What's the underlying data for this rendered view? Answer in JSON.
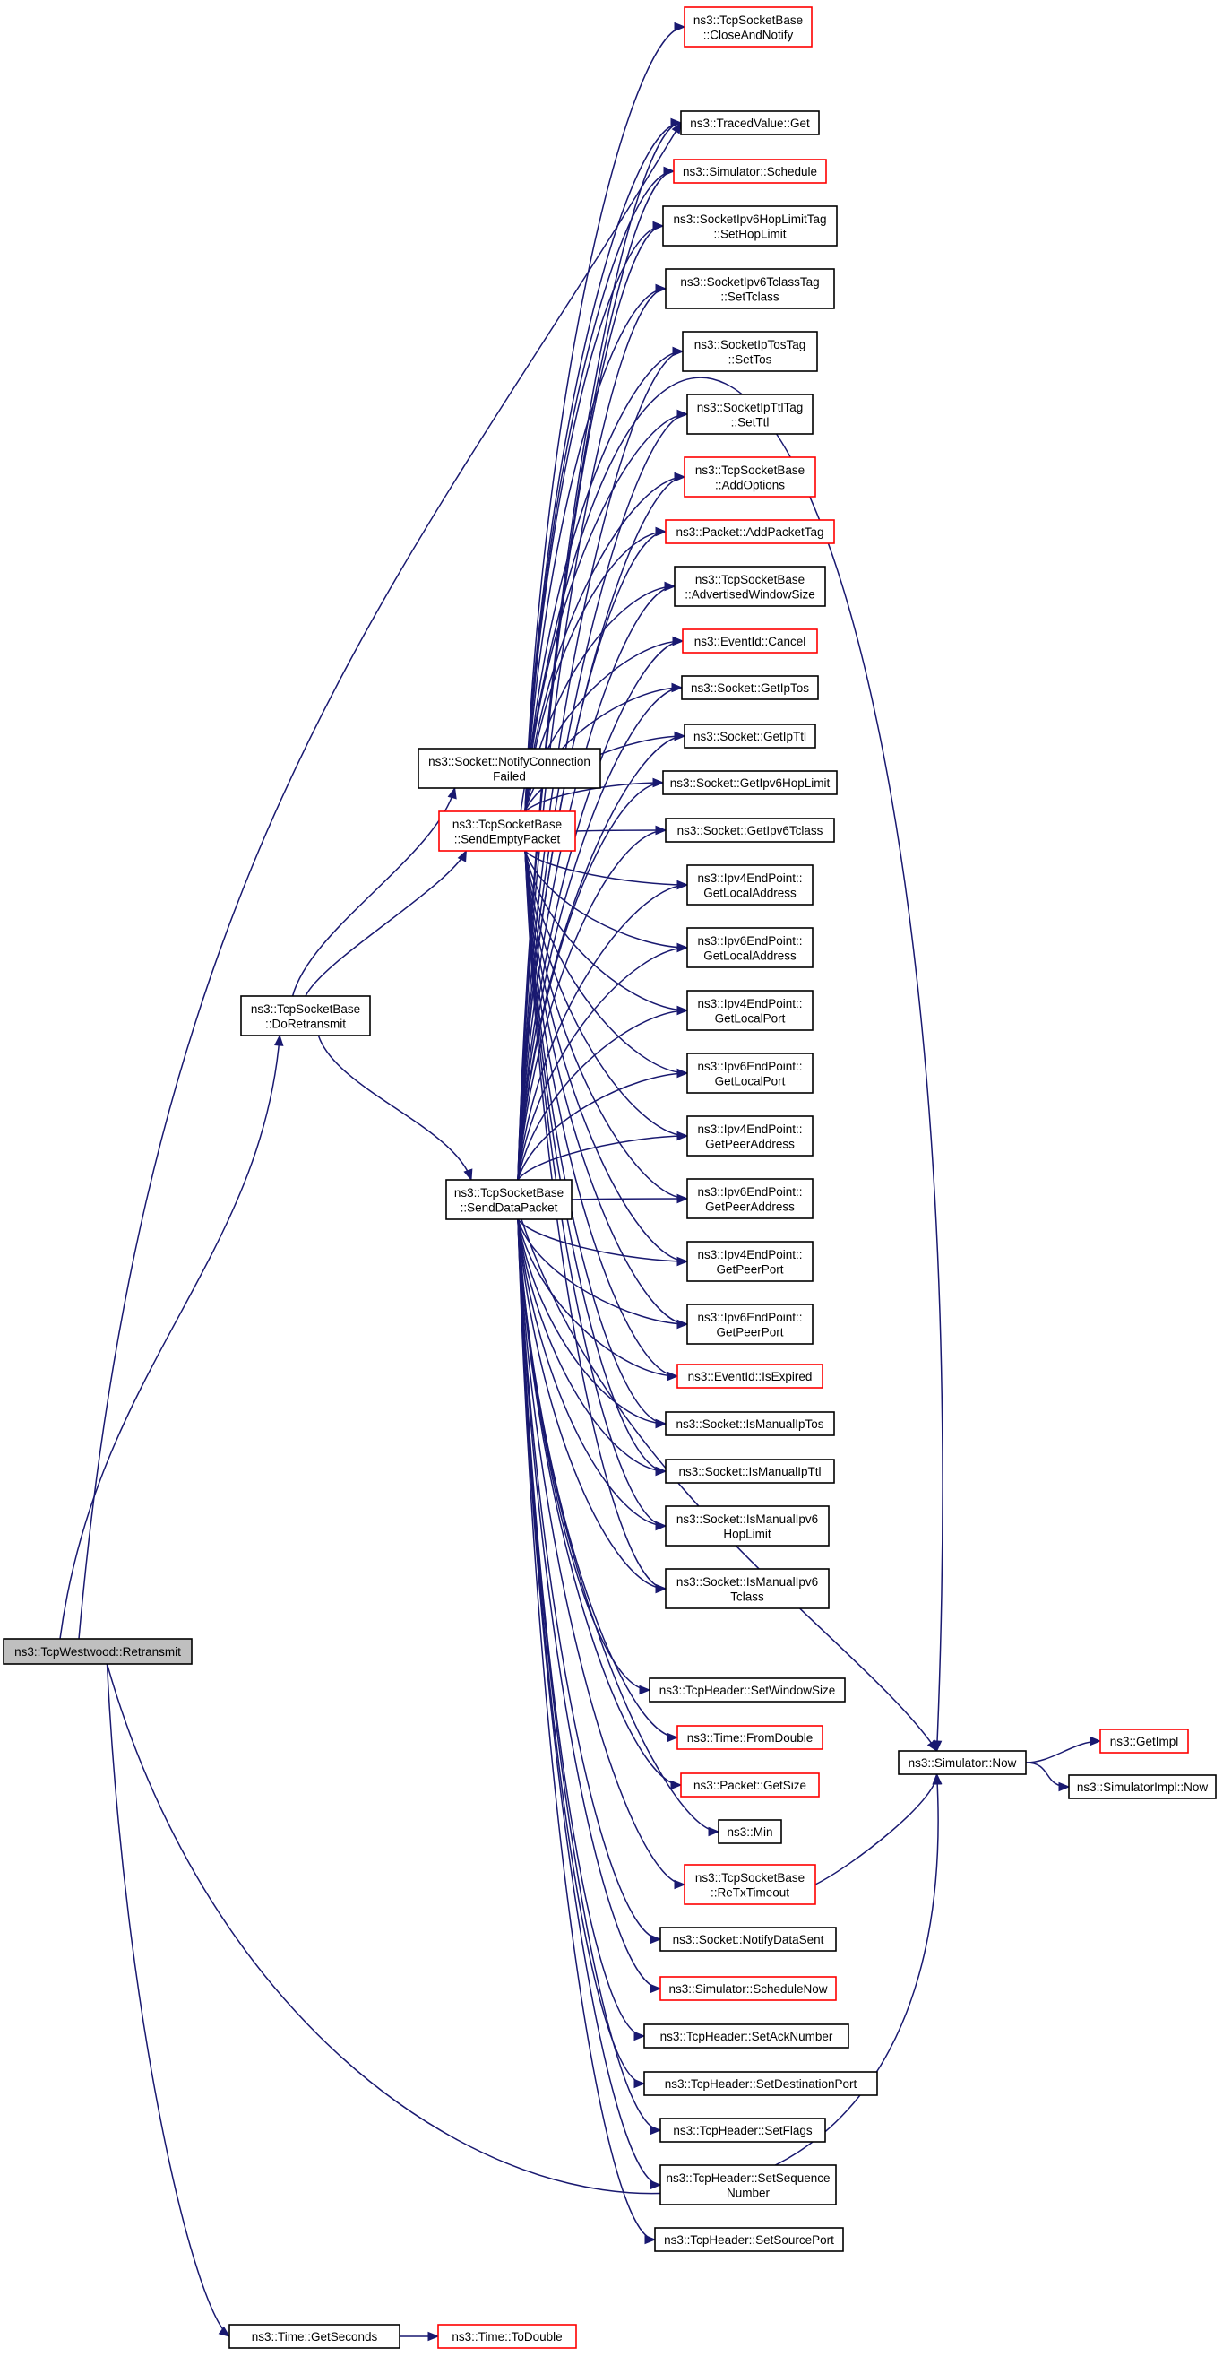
{
  "title": "",
  "colors": {
    "edge": "#191970",
    "highlight_border": "#ff0000",
    "normal_border": "#000000",
    "root_fill": "#bfbfbf"
  },
  "nodes": [
    {
      "id": "root",
      "lines": [
        "ns3::TcpWestwood::Retransmit"
      ],
      "style": "root"
    },
    {
      "id": "doRetransmit",
      "lines": [
        "ns3::TcpSocketBase",
        "::DoRetransmit"
      ],
      "style": "normal"
    },
    {
      "id": "getSeconds",
      "lines": [
        "ns3::Time::GetSeconds"
      ],
      "style": "normal"
    },
    {
      "id": "toDouble",
      "lines": [
        "ns3::Time::ToDouble"
      ],
      "style": "red"
    },
    {
      "id": "notifyConnFailed",
      "lines": [
        "ns3::Socket::NotifyConnection",
        "Failed"
      ],
      "style": "normal"
    },
    {
      "id": "sendEmpty",
      "lines": [
        "ns3::TcpSocketBase",
        "::SendEmptyPacket"
      ],
      "style": "red"
    },
    {
      "id": "sendData",
      "lines": [
        "ns3::TcpSocketBase",
        "::SendDataPacket"
      ],
      "style": "normal"
    },
    {
      "id": "closeNotify",
      "lines": [
        "ns3::TcpSocketBase",
        "::CloseAndNotify"
      ],
      "style": "red"
    },
    {
      "id": "tracedGet",
      "lines": [
        "ns3::TracedValue::Get"
      ],
      "style": "normal"
    },
    {
      "id": "schedule",
      "lines": [
        "ns3::Simulator::Schedule"
      ],
      "style": "red"
    },
    {
      "id": "hopLimitTag",
      "lines": [
        "ns3::SocketIpv6HopLimitTag",
        "::SetHopLimit"
      ],
      "style": "normal"
    },
    {
      "id": "tclassTag",
      "lines": [
        "ns3::SocketIpv6TclassTag",
        "::SetTclass"
      ],
      "style": "normal"
    },
    {
      "id": "tosTag",
      "lines": [
        "ns3::SocketIpTosTag",
        "::SetTos"
      ],
      "style": "normal"
    },
    {
      "id": "ttlTag",
      "lines": [
        "ns3::SocketIpTtlTag",
        "::SetTtl"
      ],
      "style": "normal"
    },
    {
      "id": "addOptions",
      "lines": [
        "ns3::TcpSocketBase",
        "::AddOptions"
      ],
      "style": "red"
    },
    {
      "id": "addPacketTag",
      "lines": [
        "ns3::Packet::AddPacketTag"
      ],
      "style": "red"
    },
    {
      "id": "advWin",
      "lines": [
        "ns3::TcpSocketBase",
        "::AdvertisedWindowSize"
      ],
      "style": "normal"
    },
    {
      "id": "cancel",
      "lines": [
        "ns3::EventId::Cancel"
      ],
      "style": "red"
    },
    {
      "id": "getIpTos",
      "lines": [
        "ns3::Socket::GetIpTos"
      ],
      "style": "normal"
    },
    {
      "id": "getIpTtl",
      "lines": [
        "ns3::Socket::GetIpTtl"
      ],
      "style": "normal"
    },
    {
      "id": "getIpv6Hop",
      "lines": [
        "ns3::Socket::GetIpv6HopLimit"
      ],
      "style": "normal"
    },
    {
      "id": "getIpv6Tclass",
      "lines": [
        "ns3::Socket::GetIpv6Tclass"
      ],
      "style": "normal"
    },
    {
      "id": "v4LocalAddr",
      "lines": [
        "ns3::Ipv4EndPoint::",
        "GetLocalAddress"
      ],
      "style": "normal"
    },
    {
      "id": "v6LocalAddr",
      "lines": [
        "ns3::Ipv6EndPoint::",
        "GetLocalAddress"
      ],
      "style": "normal"
    },
    {
      "id": "v4LocalPort",
      "lines": [
        "ns3::Ipv4EndPoint::",
        "GetLocalPort"
      ],
      "style": "normal"
    },
    {
      "id": "v6LocalPort",
      "lines": [
        "ns3::Ipv6EndPoint::",
        "GetLocalPort"
      ],
      "style": "normal"
    },
    {
      "id": "v4PeerAddr",
      "lines": [
        "ns3::Ipv4EndPoint::",
        "GetPeerAddress"
      ],
      "style": "normal"
    },
    {
      "id": "v6PeerAddr",
      "lines": [
        "ns3::Ipv6EndPoint::",
        "GetPeerAddress"
      ],
      "style": "normal"
    },
    {
      "id": "v4PeerPort",
      "lines": [
        "ns3::Ipv4EndPoint::",
        "GetPeerPort"
      ],
      "style": "normal"
    },
    {
      "id": "v6PeerPort",
      "lines": [
        "ns3::Ipv6EndPoint::",
        "GetPeerPort"
      ],
      "style": "normal"
    },
    {
      "id": "isExpired",
      "lines": [
        "ns3::EventId::IsExpired"
      ],
      "style": "red"
    },
    {
      "id": "isManualTos",
      "lines": [
        "ns3::Socket::IsManualIpTos"
      ],
      "style": "normal"
    },
    {
      "id": "isManualTtl",
      "lines": [
        "ns3::Socket::IsManualIpTtl"
      ],
      "style": "normal"
    },
    {
      "id": "isManualHop",
      "lines": [
        "ns3::Socket::IsManualIpv6",
        "HopLimit"
      ],
      "style": "normal"
    },
    {
      "id": "isManualTclass",
      "lines": [
        "ns3::Socket::IsManualIpv6",
        "Tclass"
      ],
      "style": "normal"
    },
    {
      "id": "setWindowSize",
      "lines": [
        "ns3::TcpHeader::SetWindowSize"
      ],
      "style": "normal"
    },
    {
      "id": "fromDouble",
      "lines": [
        "ns3::Time::FromDouble"
      ],
      "style": "red"
    },
    {
      "id": "getSize",
      "lines": [
        "ns3::Packet::GetSize"
      ],
      "style": "red"
    },
    {
      "id": "min",
      "lines": [
        "ns3::Min"
      ],
      "style": "normal"
    },
    {
      "id": "reTxTimeout",
      "lines": [
        "ns3::TcpSocketBase",
        "::ReTxTimeout"
      ],
      "style": "red"
    },
    {
      "id": "notifyDataSent",
      "lines": [
        "ns3::Socket::NotifyDataSent"
      ],
      "style": "normal"
    },
    {
      "id": "scheduleNow",
      "lines": [
        "ns3::Simulator::ScheduleNow"
      ],
      "style": "red"
    },
    {
      "id": "setAck",
      "lines": [
        "ns3::TcpHeader::SetAckNumber"
      ],
      "style": "normal"
    },
    {
      "id": "setDstPort",
      "lines": [
        "ns3::TcpHeader::SetDestinationPort"
      ],
      "style": "normal"
    },
    {
      "id": "setFlags",
      "lines": [
        "ns3::TcpHeader::SetFlags"
      ],
      "style": "normal"
    },
    {
      "id": "setSeq",
      "lines": [
        "ns3::TcpHeader::SetSequence",
        "Number"
      ],
      "style": "normal"
    },
    {
      "id": "setSrcPort",
      "lines": [
        "ns3::TcpHeader::SetSourcePort"
      ],
      "style": "normal"
    },
    {
      "id": "now",
      "lines": [
        "ns3::Simulator::Now"
      ],
      "style": "normal"
    },
    {
      "id": "getImpl",
      "lines": [
        "ns3::GetImpl"
      ],
      "style": "red"
    },
    {
      "id": "implNow",
      "lines": [
        "ns3::SimulatorImpl::Now"
      ],
      "style": "normal"
    }
  ],
  "edges": [
    [
      "root",
      "doRetransmit"
    ],
    [
      "root",
      "tracedGet"
    ],
    [
      "root",
      "now"
    ],
    [
      "root",
      "getSeconds"
    ],
    [
      "getSeconds",
      "toDouble"
    ],
    [
      "doRetransmit",
      "notifyConnFailed"
    ],
    [
      "doRetransmit",
      "sendEmpty"
    ],
    [
      "doRetransmit",
      "sendData"
    ],
    [
      "sendEmpty",
      "closeNotify"
    ],
    [
      "sendEmpty",
      "tracedGet"
    ],
    [
      "sendEmpty",
      "schedule"
    ],
    [
      "sendEmpty",
      "hopLimitTag"
    ],
    [
      "sendEmpty",
      "tclassTag"
    ],
    [
      "sendEmpty",
      "tosTag"
    ],
    [
      "sendEmpty",
      "ttlTag"
    ],
    [
      "sendEmpty",
      "addOptions"
    ],
    [
      "sendEmpty",
      "addPacketTag"
    ],
    [
      "sendEmpty",
      "advWin"
    ],
    [
      "sendEmpty",
      "cancel"
    ],
    [
      "sendEmpty",
      "getIpTos"
    ],
    [
      "sendEmpty",
      "getIpTtl"
    ],
    [
      "sendEmpty",
      "getIpv6Hop"
    ],
    [
      "sendEmpty",
      "getIpv6Tclass"
    ],
    [
      "sendEmpty",
      "v4LocalAddr"
    ],
    [
      "sendEmpty",
      "v6LocalAddr"
    ],
    [
      "sendEmpty",
      "v4LocalPort"
    ],
    [
      "sendEmpty",
      "v6LocalPort"
    ],
    [
      "sendEmpty",
      "v4PeerAddr"
    ],
    [
      "sendEmpty",
      "v6PeerAddr"
    ],
    [
      "sendEmpty",
      "v4PeerPort"
    ],
    [
      "sendEmpty",
      "v6PeerPort"
    ],
    [
      "sendEmpty",
      "isExpired"
    ],
    [
      "sendEmpty",
      "isManualTos"
    ],
    [
      "sendEmpty",
      "isManualTtl"
    ],
    [
      "sendEmpty",
      "isManualHop"
    ],
    [
      "sendEmpty",
      "isManualTclass"
    ],
    [
      "sendEmpty",
      "now"
    ],
    [
      "sendData",
      "tracedGet"
    ],
    [
      "sendData",
      "schedule"
    ],
    [
      "sendData",
      "hopLimitTag"
    ],
    [
      "sendData",
      "tclassTag"
    ],
    [
      "sendData",
      "tosTag"
    ],
    [
      "sendData",
      "ttlTag"
    ],
    [
      "sendData",
      "addOptions"
    ],
    [
      "sendData",
      "addPacketTag"
    ],
    [
      "sendData",
      "advWin"
    ],
    [
      "sendData",
      "cancel"
    ],
    [
      "sendData",
      "getIpTos"
    ],
    [
      "sendData",
      "getIpTtl"
    ],
    [
      "sendData",
      "getIpv6Hop"
    ],
    [
      "sendData",
      "getIpv6Tclass"
    ],
    [
      "sendData",
      "v4LocalAddr"
    ],
    [
      "sendData",
      "v6LocalAddr"
    ],
    [
      "sendData",
      "v4LocalPort"
    ],
    [
      "sendData",
      "v6LocalPort"
    ],
    [
      "sendData",
      "v4PeerAddr"
    ],
    [
      "sendData",
      "v6PeerAddr"
    ],
    [
      "sendData",
      "v4PeerPort"
    ],
    [
      "sendData",
      "v6PeerPort"
    ],
    [
      "sendData",
      "isExpired"
    ],
    [
      "sendData",
      "isManualTos"
    ],
    [
      "sendData",
      "isManualTtl"
    ],
    [
      "sendData",
      "isManualHop"
    ],
    [
      "sendData",
      "isManualTclass"
    ],
    [
      "sendData",
      "setWindowSize"
    ],
    [
      "sendData",
      "fromDouble"
    ],
    [
      "sendData",
      "getSize"
    ],
    [
      "sendData",
      "min"
    ],
    [
      "sendData",
      "reTxTimeout"
    ],
    [
      "sendData",
      "notifyDataSent"
    ],
    [
      "sendData",
      "scheduleNow"
    ],
    [
      "sendData",
      "setAck"
    ],
    [
      "sendData",
      "setDstPort"
    ],
    [
      "sendData",
      "setFlags"
    ],
    [
      "sendData",
      "setSeq"
    ],
    [
      "sendData",
      "setSrcPort"
    ],
    [
      "sendData",
      "now"
    ],
    [
      "reTxTimeout",
      "now"
    ],
    [
      "now",
      "getImpl"
    ],
    [
      "now",
      "implNow"
    ]
  ]
}
